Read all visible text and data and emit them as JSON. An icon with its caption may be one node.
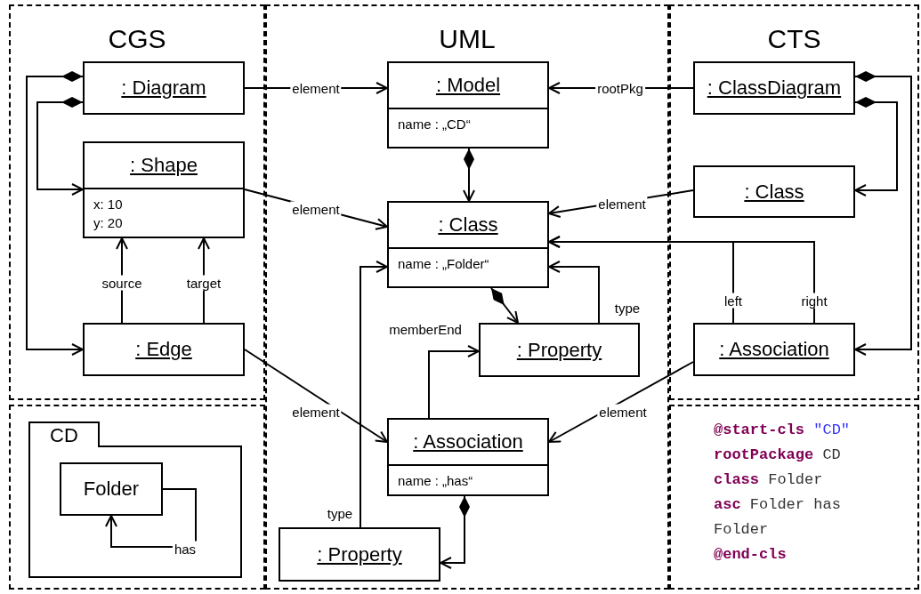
{
  "diagram": {
    "nodes": [
      {
        "text": [
          "CGS"
        ]
      },
      {
        "text": [
          ": Diagram"
        ],
        "in": 0
      },
      {
        "text": [
          ": Shape",
          "x: 10",
          "y: 20"
        ],
        "in": 0
      },
      {
        "text": [
          ": Edge"
        ],
        "in": 0
      },
      {
        "text": [
          "UML"
        ]
      },
      {
        "text": [
          ": Model",
          "name : „CD“"
        ],
        "in": 4
      },
      {
        "text": [
          ": Class",
          "name : „Folder“"
        ],
        "in": 4
      },
      {
        "text": [
          ": Property"
        ],
        "in": 4
      },
      {
        "text": [
          ": Association",
          "name : „has“"
        ],
        "in": 4
      },
      {
        "text": [
          ": Property"
        ],
        "in": 4
      },
      {
        "text": [
          "CTS"
        ]
      },
      {
        "text": [
          ": ClassDiagram"
        ],
        "in": 10
      },
      {
        "text": [
          ": Class"
        ],
        "in": 10
      },
      {
        "text": [
          ": Association"
        ],
        "in": 10
      },
      {
        "text": [],
        "shape": "box"
      },
      {
        "text": [
          "CD"
        ],
        "in": 14
      },
      {
        "text": [
          "Folder"
        ],
        "in": 15
      },
      {
        "text": [
          "**@start-cls** \"CD\"",
          "**rootPackage** CD",
          "**class** Folder",
          "**asc** Folder has Folder",
          "**@end-cls**"
        ]
      }
    ],
    "edges": [
      {
        "from": 1,
        "to": 5,
        "arrow": "to",
        "label": "element"
      },
      {
        "from": 2,
        "to": 6,
        "arrow": "to",
        "label": "element"
      },
      {
        "from": 3,
        "to": 8,
        "arrow": "to",
        "label": "element"
      },
      {
        "from": 1,
        "to": 2,
        "arrow": "to"
      },
      {
        "from": 1,
        "to": 3,
        "arrow": "to"
      },
      {
        "from": 3,
        "to": 2,
        "arrow": "to",
        "label": "source"
      },
      {
        "from": 3,
        "to": 2,
        "arrow": "to",
        "label": "target"
      },
      {
        "from": 11,
        "to": 5,
        "arrow": "to",
        "label": "rootPkg"
      },
      {
        "from": 12,
        "to": 6,
        "arrow": "to",
        "label": "element"
      },
      {
        "from": 13,
        "to": 8,
        "arrow": "to",
        "label": "element"
      },
      {
        "from": 11,
        "to": 12,
        "arrow": "to"
      },
      {
        "from": 11,
        "to": 13,
        "arrow": "to"
      },
      {
        "from": 13,
        "to": 6,
        "arrow": "to",
        "label": "left"
      },
      {
        "from": 13,
        "to": 6,
        "arrow": "to",
        "label": "right"
      },
      {
        "from": 5,
        "to": 6,
        "arrow": "to"
      },
      {
        "from": 6,
        "to": 7,
        "arrow": "to"
      },
      {
        "from": 7,
        "to": 6,
        "arrow": "to",
        "label": "type"
      },
      {
        "from": 8,
        "to": 7,
        "arrow": "to",
        "label": "memberEnd"
      },
      {
        "from": 9,
        "to": 6,
        "arrow": "to",
        "label": "type"
      },
      {
        "from": 8,
        "to": 9,
        "arrow": "to"
      },
      {
        "from": 16,
        "to": 16,
        "arrow": "to",
        "label": "has"
      }
    ]
  }
}
